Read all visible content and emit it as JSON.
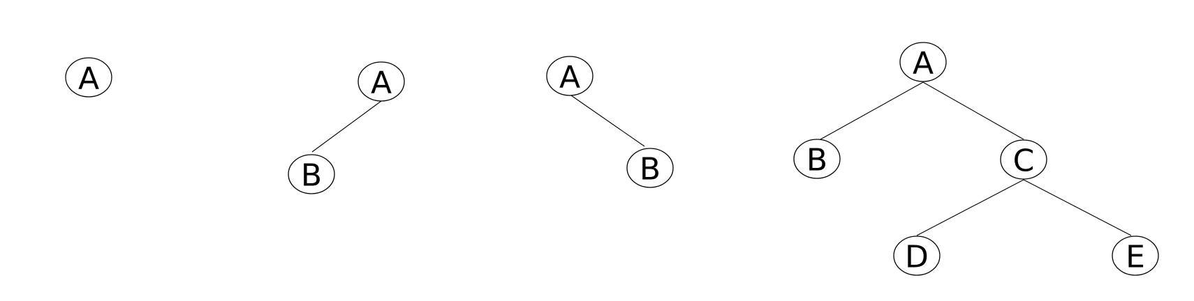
{
  "diagram": {
    "type": "binary-tree-examples",
    "trees": [
      {
        "nodes": [
          {
            "id": "a1",
            "label": "A"
          }
        ],
        "edges": []
      },
      {
        "nodes": [
          {
            "id": "a2",
            "label": "A"
          },
          {
            "id": "b2",
            "label": "B"
          }
        ],
        "edges": [
          {
            "from": "a2",
            "to": "b2"
          }
        ]
      },
      {
        "nodes": [
          {
            "id": "a3",
            "label": "A"
          },
          {
            "id": "b3",
            "label": "B"
          }
        ],
        "edges": [
          {
            "from": "a3",
            "to": "b3"
          }
        ]
      },
      {
        "nodes": [
          {
            "id": "a4",
            "label": "A"
          },
          {
            "id": "b4",
            "label": "B"
          },
          {
            "id": "c4",
            "label": "C"
          },
          {
            "id": "d4",
            "label": "D"
          },
          {
            "id": "e4",
            "label": "E"
          }
        ],
        "edges": [
          {
            "from": "a4",
            "to": "b4"
          },
          {
            "from": "a4",
            "to": "c4"
          },
          {
            "from": "c4",
            "to": "d4"
          },
          {
            "from": "c4",
            "to": "e4"
          }
        ]
      }
    ]
  }
}
